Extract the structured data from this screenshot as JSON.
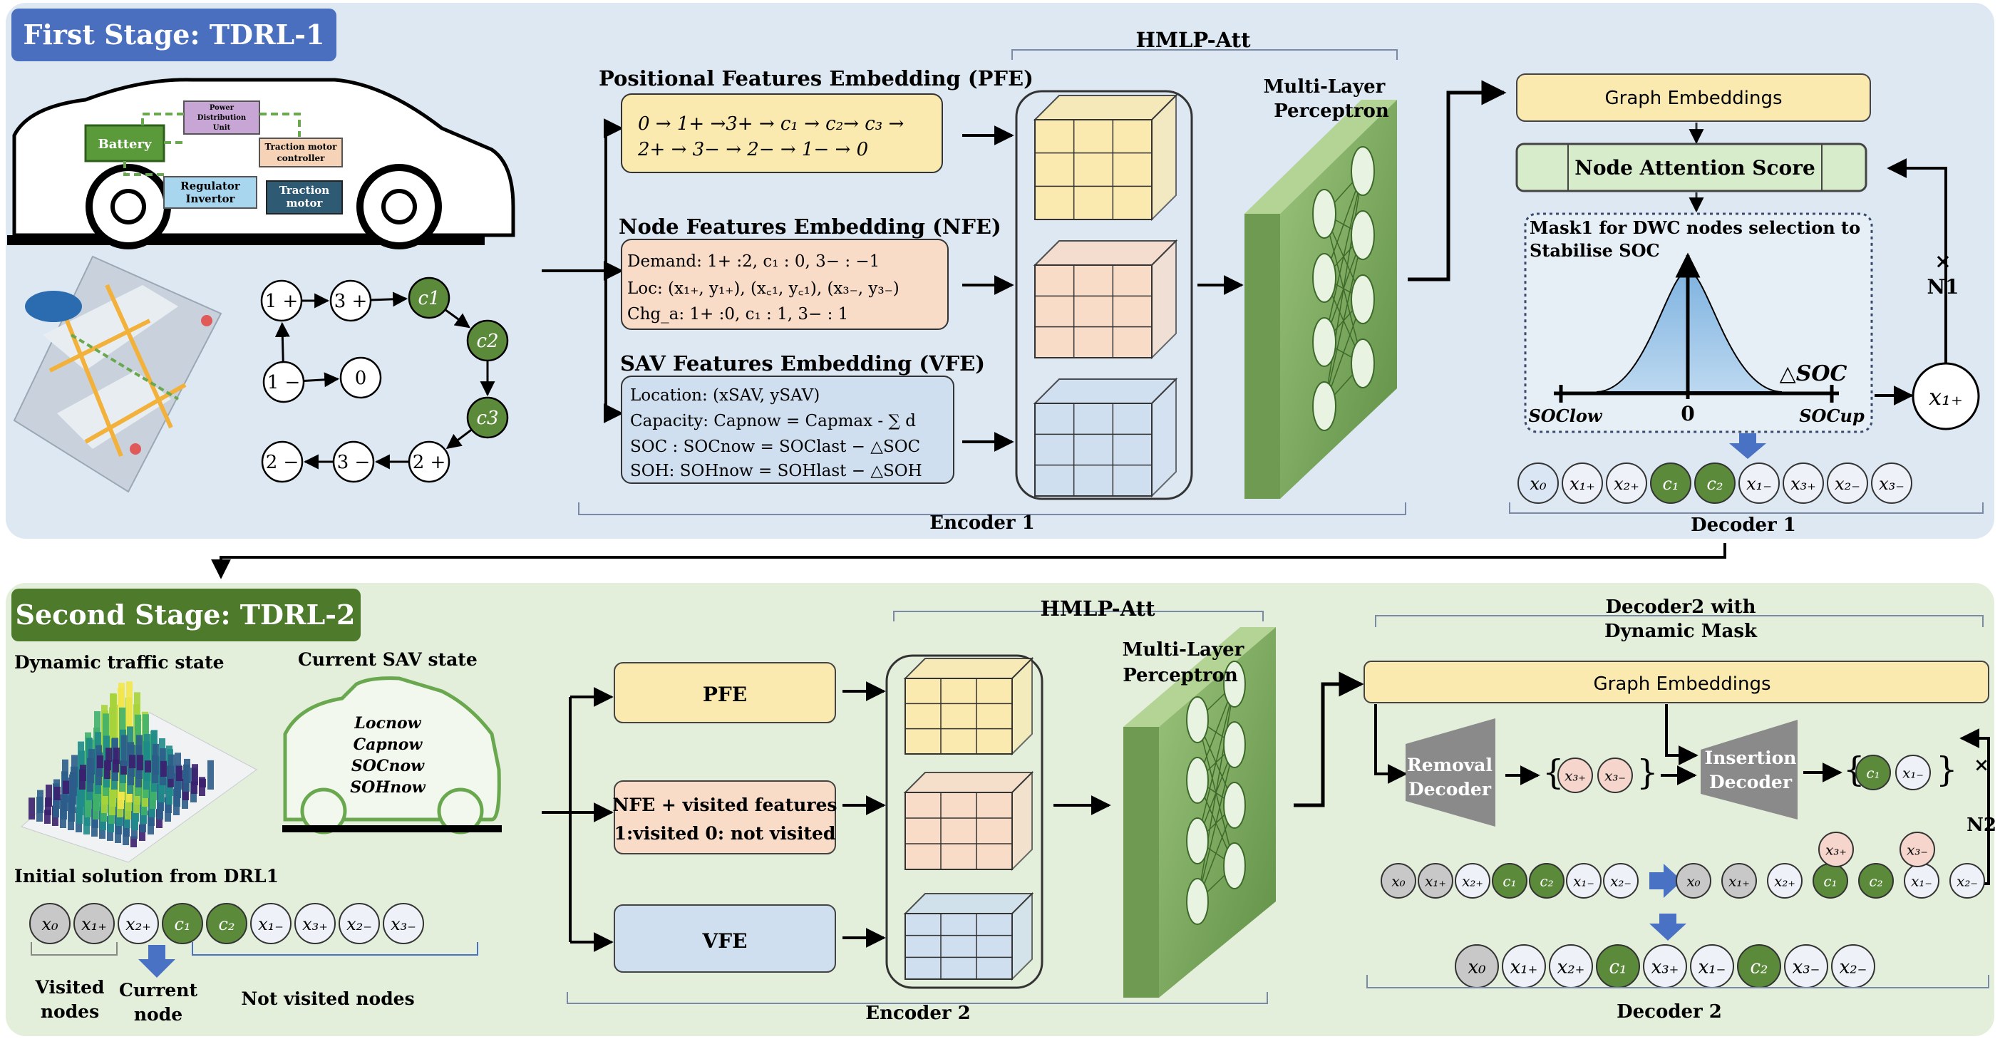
{
  "colors": {
    "stage1_bg": "#dde8f3",
    "stage2_bg": "#e3eedb",
    "stage1_header": "#4a6fbf",
    "stage2_header": "#4e7a2c",
    "pfe": "#fbeab0",
    "nfe": "#f9dcc8",
    "vfe": "#cfdff0",
    "green_node": "#5b8a3a",
    "gray_node": "#c8c8c8",
    "light_node": "#dbe6f4",
    "pink_node": "#f6d6cc",
    "mlp": "#8cb66e",
    "arrow_blue": "#4a72c4"
  },
  "stage1": {
    "header": "First Stage: TDRL-1",
    "car": {
      "battery": "Battery",
      "power": [
        "Power",
        "Distribution",
        "Unit"
      ],
      "traction_controller": [
        "Traction motor",
        "controller"
      ],
      "regulator": [
        "Regulator",
        "Invertor"
      ],
      "traction_motor": [
        "Traction",
        "motor"
      ]
    },
    "graph_nodes": [
      "1 +",
      "3 +",
      "c1",
      "c2",
      "c3",
      "2 +",
      "3 −",
      "2 −",
      "1 −",
      "0"
    ],
    "hmlp_title": "HMLP-Att",
    "pfe": {
      "title": "Positional Features Embedding (PFE)",
      "line1": "0 → 1+ →3+ → c₁ → c₂→ c₃ →",
      "line2": "2+ → 3− → 2− → 1− → 0"
    },
    "nfe": {
      "title": "Node Features Embedding (NFE)",
      "lines": [
        "Demand:  1+ :2, c₁ : 0,  3− : −1",
        "Loc: (x₁₊, y₁₊), (x꜀₁, y꜀₁), (x₃₋, y₃₋)",
        "Chg_a:  1+ :0, c₁ : 1,  3− : 1"
      ]
    },
    "vfe": {
      "title": "SAV Features Embedding (VFE)",
      "lines": [
        "Location: (xSAV, ySAV)",
        "Capacity: Capnow = Capmax - ∑ d",
        "SOC : SOCnow = SOClast  − △SOC",
        "SOH: SOHnow = SOHlast  − △SOH"
      ]
    },
    "mlp_label": [
      "Multi-Layer",
      "Perceptron"
    ],
    "encoder_label": "Encoder 1",
    "graph_embeddings": "Graph Embeddings",
    "node_attention": "Node Attention Score",
    "mask_title": [
      "Mask1 for DWC nodes selection to",
      "Stabilise SOC"
    ],
    "delta_soc": "△SOC",
    "soc_low": "SOClow",
    "soc_zero": "0",
    "soc_up": "SOCup",
    "repeat": [
      "×",
      "N1"
    ],
    "x_next": "x₁₊",
    "decoder_nodes": [
      "x₀",
      "x₁₊",
      "x₂₊",
      "c₁",
      "c₂",
      "x₁₋",
      "x₃₊",
      "x₂₋",
      "x₃₋"
    ],
    "decoder_label": "Decoder 1"
  },
  "stage2": {
    "header": "Second Stage: TDRL-2",
    "traffic_title": "Dynamic traffic state",
    "sav_state_title": "Current SAV state",
    "sav_state_lines": [
      "Locnow",
      "Capnow",
      "SOCnow",
      "SOHnow"
    ],
    "init_title": "Initial solution from DRL1",
    "init_nodes": [
      "x₀",
      "x₁₊",
      "x₂₊",
      "c₁",
      "c₂",
      "x₁₋",
      "x₃₊",
      "x₂₋",
      "x₃₋"
    ],
    "visited_label": [
      "Visited",
      "nodes"
    ],
    "current_label": [
      "Current",
      "node"
    ],
    "not_visited_label": "Not visited nodes",
    "hmlp_title": "HMLP-Att",
    "pfe": "PFE",
    "nfe": [
      "NFE + visited features",
      "1:visited   0: not visited"
    ],
    "vfe": "VFE",
    "mlp_label": [
      "Multi-Layer",
      "Perceptron"
    ],
    "encoder_label": "Encoder 2",
    "decoder_title": [
      "Decoder2  with",
      "Dynamic Mask"
    ],
    "graph_embeddings": "Graph Embeddings",
    "removal": [
      "Removal",
      "Decoder"
    ],
    "insertion": [
      "Insertion",
      "Decoder"
    ],
    "removed_nodes": [
      "x₃₊",
      "x₃₋"
    ],
    "inserted_nodes": [
      "c₁",
      "x₁₋"
    ],
    "repeat": [
      "×",
      "N2"
    ],
    "seq_before": [
      "x₀",
      "x₁₊",
      "x₂₊",
      "c₁",
      "c₂",
      "x₁₋",
      "x₂₋"
    ],
    "seq_after": [
      "x₀",
      "x₁₊",
      "x₂₊",
      "c₁",
      "c₂",
      "x₁₋",
      "x₂₋"
    ],
    "inserted_markers": [
      "x₃₊",
      "x₃₋"
    ],
    "final_nodes": [
      "x₀",
      "x₁₊",
      "x₂₊",
      "c₁",
      "x₃₊",
      "x₁₋",
      "c₂",
      "x₃₋",
      "x₂₋"
    ],
    "decoder_label": "Decoder 2"
  }
}
